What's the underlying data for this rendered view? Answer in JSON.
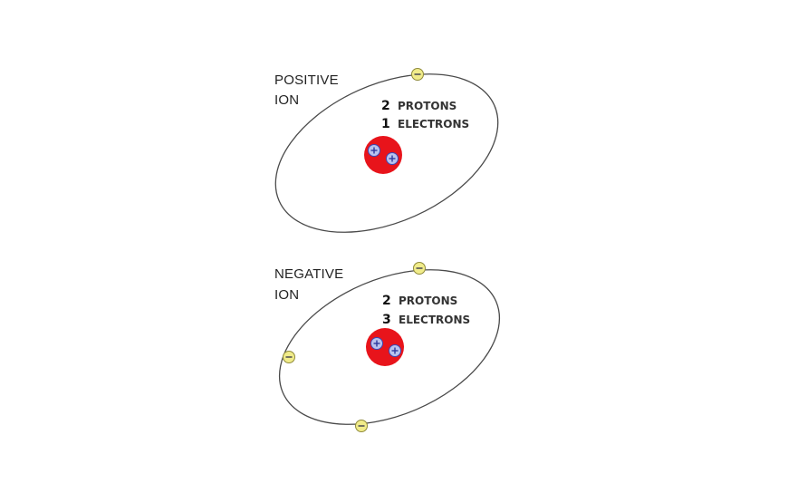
{
  "positive_ion": {
    "title_line1": "POSITIVE",
    "title_line2": "ION",
    "protons_count": "2",
    "protons_label": "PROTONS",
    "electrons_count": "1",
    "electrons_label": "ELECTRONS"
  },
  "negative_ion": {
    "title_line1": "NEGATIVE",
    "title_line2": "ION",
    "protons_count": "2",
    "protons_label": "PROTONS",
    "electrons_count": "3",
    "electrons_label": "ELECTRONS"
  },
  "colors": {
    "nucleus": "#e8141b",
    "proton": "#b9c3ee",
    "electron": "#f1ec8a",
    "orbit": "#4a4a4a"
  }
}
